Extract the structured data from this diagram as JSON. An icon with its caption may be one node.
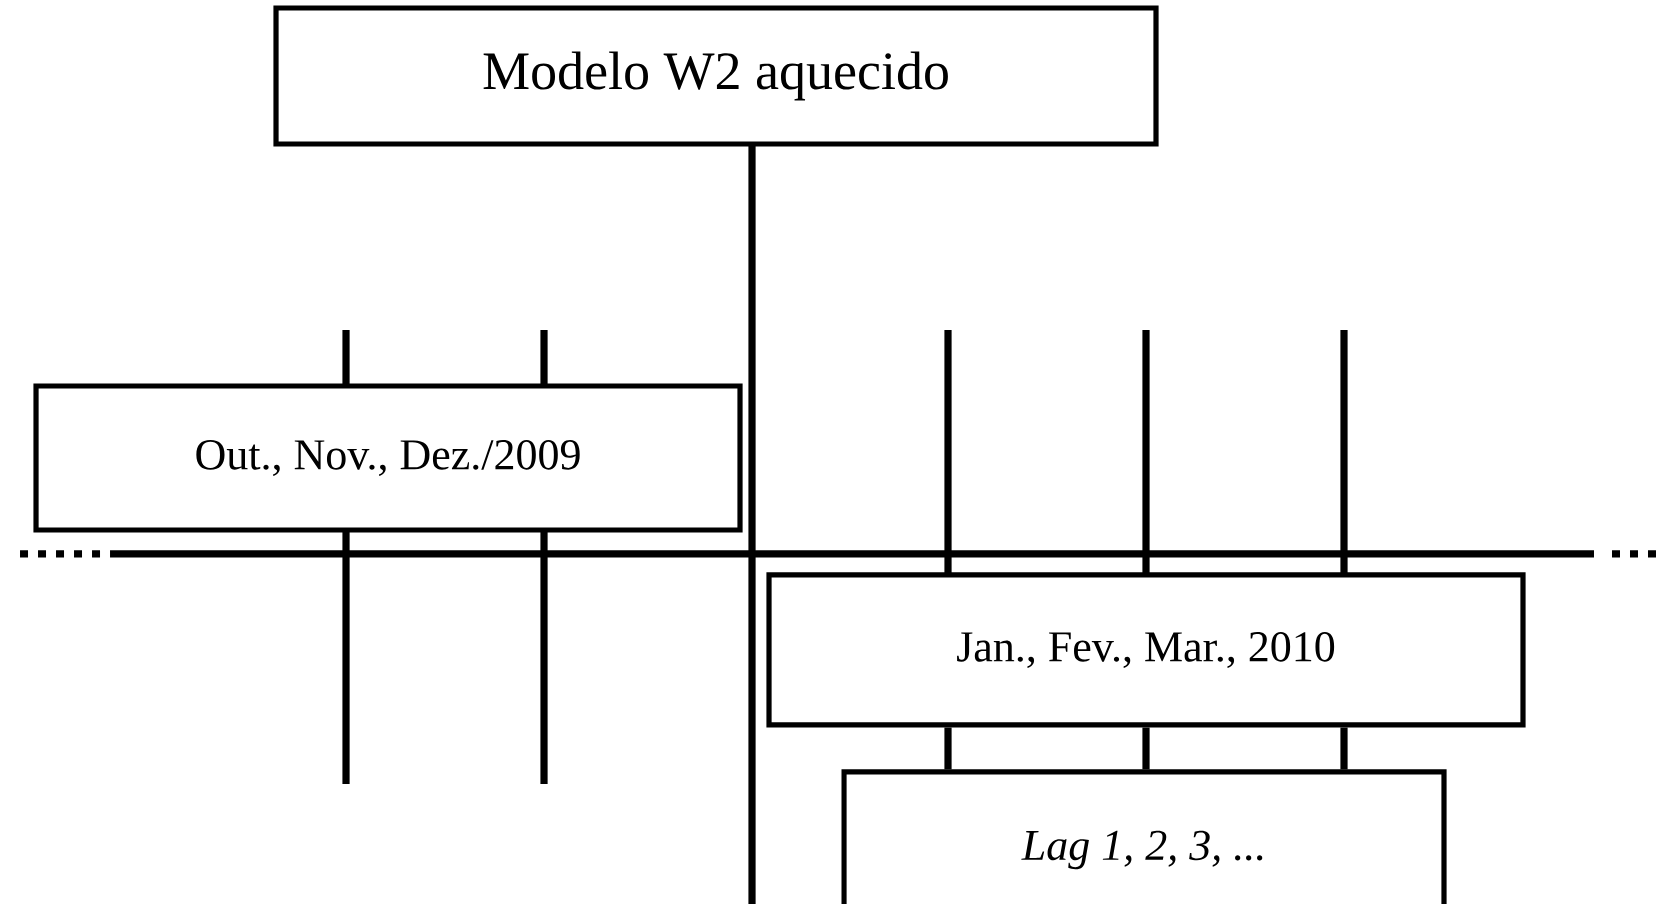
{
  "diagram": {
    "nodes": [
      {
        "text": [
          "Modelo W2 aquecido"
        ]
      },
      {
        "text": [
          "Out., Nov., Dez./2009"
        ]
      },
      {
        "text": [
          "Jan., Fev., Mar., 2010"
        ]
      },
      {
        "text": [
          "Lag 1, 2, 3, ..."
        ]
      }
    ],
    "edges": [
      {
        "from": 2,
        "to": 3,
        "arrow": "none"
      },
      {
        "from": 2,
        "to": 3,
        "arrow": "none"
      },
      {
        "from": 2,
        "to": 3,
        "arrow": "none"
      }
    ]
  }
}
